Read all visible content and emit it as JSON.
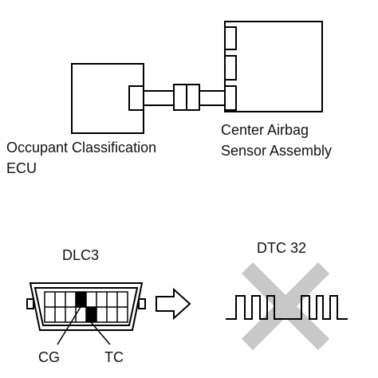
{
  "labels": {
    "ecu_line1": "Occupant Classification",
    "ecu_line2": "ECU",
    "airbag_line1": "Center Airbag",
    "airbag_line2": "Sensor Assembly",
    "dlc3": "DLC3",
    "dtc": "DTC 32",
    "cg": "CG",
    "tc": "TC"
  },
  "icons": {
    "arrow": "hollow-right-arrow-icon",
    "cross": "x-mark-icon",
    "waveform": "pulse-waveform-icon"
  },
  "colors": {
    "stroke": "#000000",
    "cross": "#c8c8c8",
    "background": "#ffffff"
  }
}
